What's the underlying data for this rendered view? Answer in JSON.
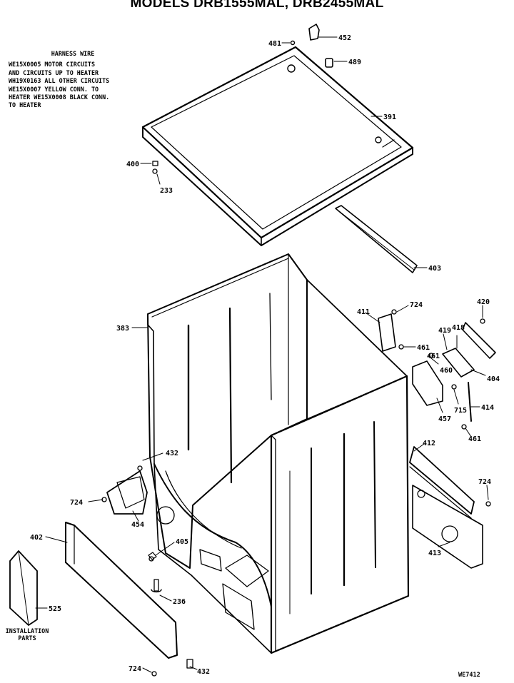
{
  "title": "MODELS DRB1555MAL, DRB2455MAL",
  "harness": {
    "heading": "HARNESS WIRE",
    "lines": [
      "WE15X0005 MOTOR CIRCUITS",
      "AND CIRCUITS UP TO HEATER",
      "WH19X0163 ALL OTHER CIRCUITS",
      "WE15X0007 YELLOW CONN. TO",
      "HEATER WE15X0008 BLACK CONN.",
      "TO HEATER"
    ]
  },
  "installation": [
    "INSTALLATION",
    "PARTS"
  ],
  "drawing_code": "WE7412",
  "parts": {
    "p481": "481",
    "p452": "452",
    "p489": "489",
    "p391": "391",
    "p400": "400",
    "p233": "233",
    "p403": "403",
    "p383": "383",
    "p411": "411",
    "p724a": "724",
    "p420": "420",
    "p461a": "461",
    "p419": "419",
    "p418": "418",
    "p461b": "461",
    "p460": "460",
    "p404": "404",
    "p457": "457",
    "p715": "715",
    "p414": "414",
    "p461c": "461",
    "p412": "412",
    "p432a": "432",
    "p724b": "724",
    "p454": "454",
    "p724c": "724",
    "p402": "402",
    "p405": "405",
    "p413": "413",
    "p236": "236",
    "p525": "525",
    "p724d": "724",
    "p432b": "432"
  }
}
